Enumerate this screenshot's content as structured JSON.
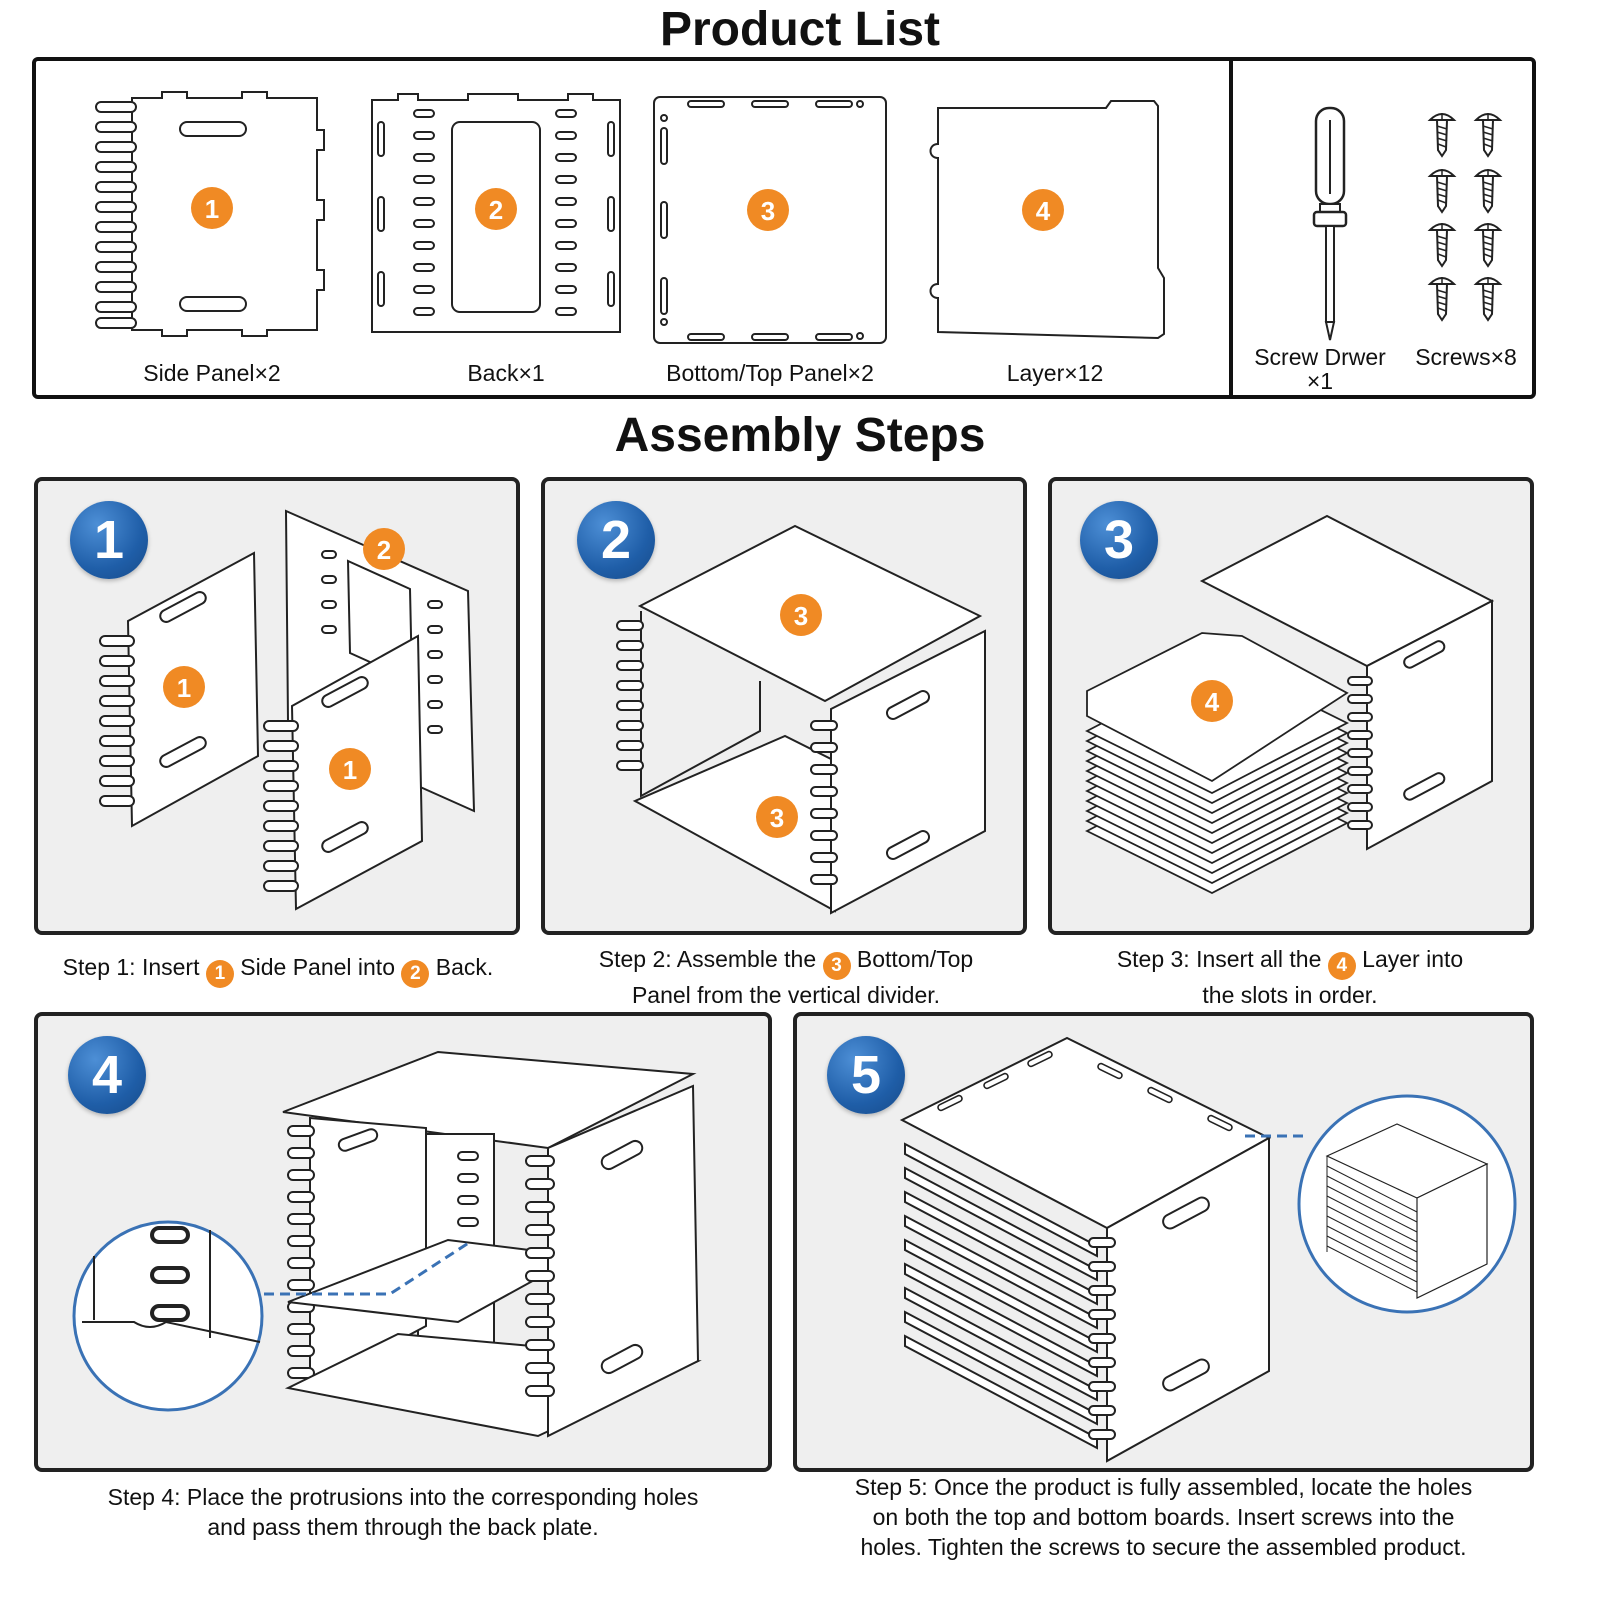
{
  "product_list": {
    "title": "Product List",
    "parts": [
      {
        "number": "1",
        "label": "Side Panel×2"
      },
      {
        "number": "2",
        "label": "Back×1"
      },
      {
        "number": "3",
        "label": "Bottom/Top Panel×2"
      },
      {
        "number": "4",
        "label": "Layer×12"
      }
    ],
    "tools": [
      {
        "label_line1": "Screw Drwer",
        "label_line2": "×1"
      },
      {
        "label_line1": "Screws×8"
      }
    ]
  },
  "assembly": {
    "title": "Assembly Steps",
    "steps": [
      {
        "number": "1",
        "labels": [
          "2",
          "1",
          "1"
        ],
        "caption": {
          "prefix": "Step 1: Insert ",
          "badge1": "1",
          "mid": " Side Panel into ",
          "badge2": "2",
          "suffix": " Back."
        }
      },
      {
        "number": "2",
        "labels": [
          "3",
          "3"
        ],
        "caption": {
          "prefix": "Step 2: Assemble the ",
          "badge1": "3",
          "mid": " Bottom/Top",
          "line2": "Panel from the vertical divider."
        }
      },
      {
        "number": "3",
        "labels": [
          "4"
        ],
        "caption": {
          "prefix": "Step 3: Insert all the ",
          "badge1": "4",
          "mid": " Layer into",
          "line2": "the slots in order."
        }
      },
      {
        "number": "4",
        "caption": {
          "line1": "Step 4: Place the protrusions into the corresponding holes",
          "line2": "and pass them through the back plate."
        }
      },
      {
        "number": "5",
        "caption": {
          "line1": "Step 5: Once the product is fully assembled, locate the holes",
          "line2": "on both the top and bottom boards. Insert screws into the",
          "line3": "holes. Tighten the screws to secure the assembled product."
        }
      }
    ]
  },
  "colors": {
    "badge_orange": "#f08a24",
    "step_blue": "#1f5ea8",
    "panel_bg": "#efefef",
    "zoom_line": "#3a72b5"
  }
}
